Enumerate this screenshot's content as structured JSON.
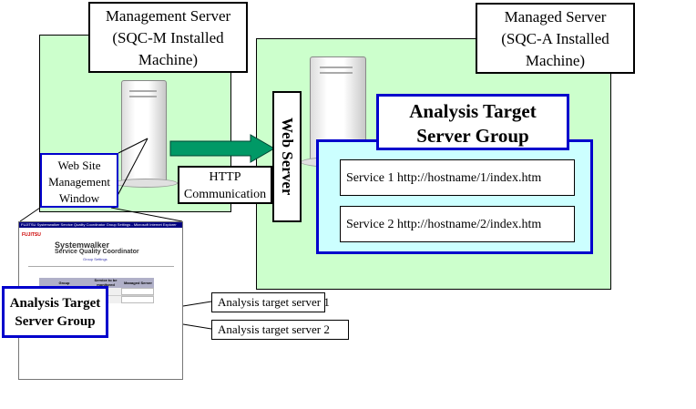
{
  "management_server": {
    "title_line1": "Management Server",
    "title_line2": "(SQC-M Installed",
    "title_line3": "Machine)"
  },
  "managed_server": {
    "title_line1": "Managed Server",
    "title_line2": "(SQC-A Installed",
    "title_line3": "Machine)"
  },
  "web_server_label": "Web Server",
  "http_label_line1": "HTTP",
  "http_label_line2": "Communication",
  "analysis_group_right": {
    "line1": "Analysis Target",
    "line2": "Server Group"
  },
  "services": [
    "Service 1 http://hostname/1/index.htm",
    "Service 2 http://hostname/2/index.htm"
  ],
  "web_site_window_label": {
    "line1": "Web Site",
    "line2": "Management",
    "line3": "Window"
  },
  "screenshot": {
    "brand": "FUJITSU",
    "product_line1": "Systemwalker",
    "product_line2": "Service Quality Coordinator",
    "subtitle": "Group Settings",
    "title_bar": "FUJITSU Systemwalker Service Quality Coordinator Group Settings - Microsoft Internet Explorer",
    "table_headers": [
      "Group",
      "Service to be monitored",
      "Managed Server"
    ]
  },
  "analysis_group_left": {
    "line1": "Analysis Target",
    "line2": "Server Group"
  },
  "analysis_target_servers": [
    "Analysis target server 1",
    "Analysis target server 2"
  ],
  "colors": {
    "green_panel": "#ccffcc",
    "blue_border": "#0000cc",
    "light_blue": "#ccffff",
    "arrow": "#009966"
  }
}
